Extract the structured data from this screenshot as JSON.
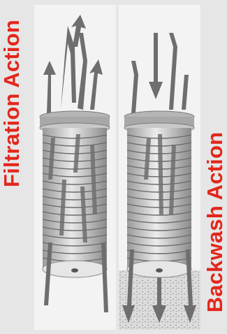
{
  "labels": {
    "filtration": "Filtration Action",
    "backwash": "Backwash Action"
  },
  "colors": {
    "label_red": "#e3261b",
    "arrow_gray": "#6e6e6e",
    "background": "#e6e6e6",
    "panel": "#f3f3f3"
  },
  "icons": {
    "filtration_panel": "filter-element-illustration",
    "backwash_panel": "filter-element-illustration"
  }
}
